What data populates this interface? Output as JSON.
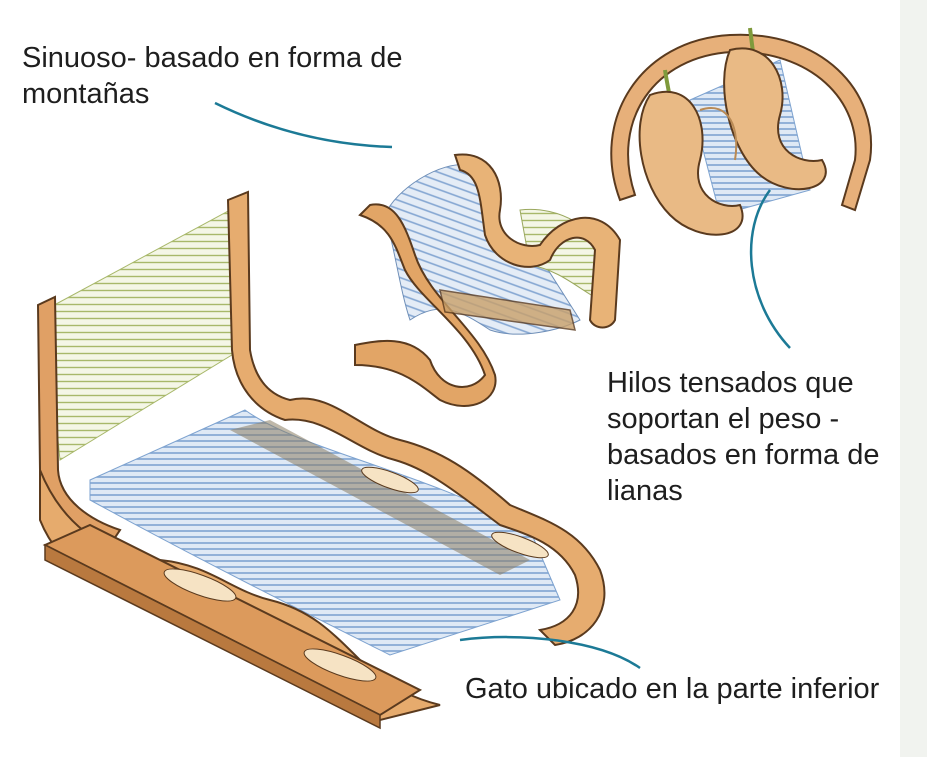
{
  "labels": {
    "top": "Sinuoso- basado en forma de montañas",
    "right": "Hilos tensados que soportan el peso - basados en forma de  lianas",
    "bottom": "Gato ubicado en la parte inferior"
  },
  "colors": {
    "wood": "#e2a566",
    "wood_light": "#f1cc9a",
    "wood_edge": "#5a3a1e",
    "thread_blue": "#8fb0d6",
    "thread_green": "#b7c47a",
    "leader_line": "#1c7a96",
    "side_panel": "#f1f3ef"
  }
}
